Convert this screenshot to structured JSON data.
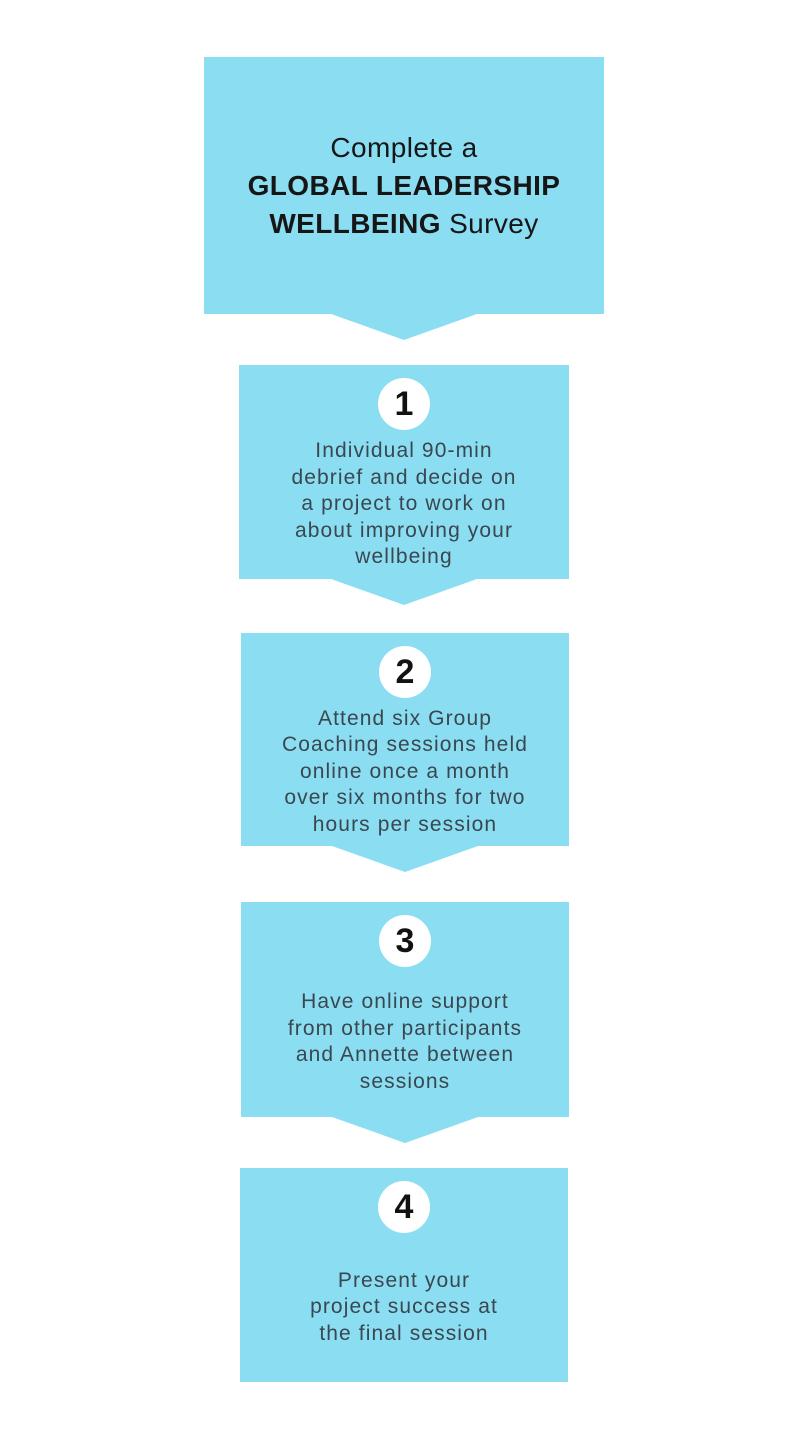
{
  "colors": {
    "background": "#ffffff",
    "box_fill": "#8bdef2",
    "title_text": "#161616",
    "body_text": "#3a4750",
    "circle_fill": "#ffffff",
    "number_text": "#121212"
  },
  "header": {
    "intro": "Complete a",
    "bold_line": "GLOBAL LEADERSHIP",
    "bold_word": "WELLBEING",
    "suffix": " Survey"
  },
  "steps": [
    {
      "number": "1",
      "text": "Individual 90-min\ndebrief and decide on\na project to work on\nabout improving your\nwellbeing"
    },
    {
      "number": "2",
      "text": "Attend six Group\nCoaching sessions held\nonline once a month\nover six months for two\nhours per session"
    },
    {
      "number": "3",
      "text": "Have online support\nfrom other participants\nand Annette between\nsessions"
    },
    {
      "number": "4",
      "text": "Present your\nproject success at\nthe final session"
    }
  ]
}
